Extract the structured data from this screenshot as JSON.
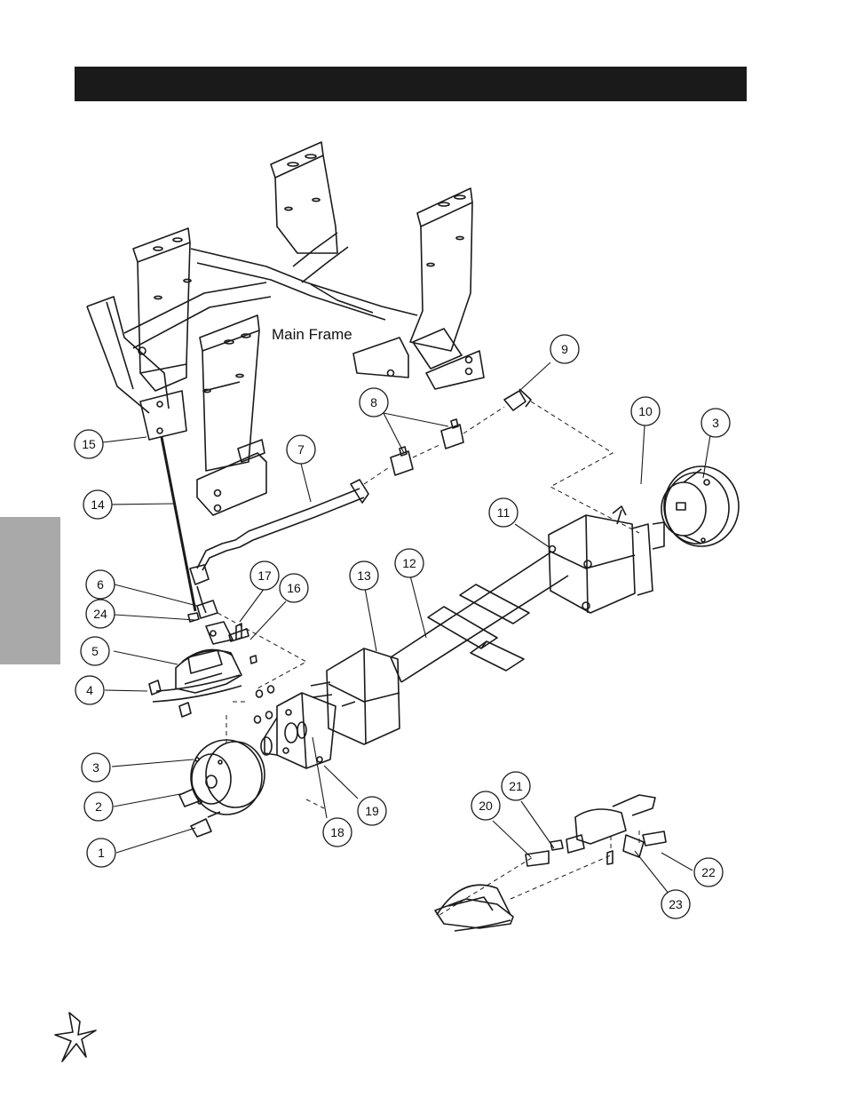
{
  "header": {
    "title": ""
  },
  "diagram": {
    "main_frame_label": "Main Frame",
    "callouts": [
      {
        "id": "c1",
        "label": "1"
      },
      {
        "id": "c2",
        "label": "2"
      },
      {
        "id": "c3a",
        "label": "3"
      },
      {
        "id": "c3b",
        "label": "3"
      },
      {
        "id": "c4",
        "label": "4"
      },
      {
        "id": "c5",
        "label": "5"
      },
      {
        "id": "c6",
        "label": "6"
      },
      {
        "id": "c7",
        "label": "7"
      },
      {
        "id": "c8",
        "label": "8"
      },
      {
        "id": "c9",
        "label": "9"
      },
      {
        "id": "c10",
        "label": "10"
      },
      {
        "id": "c11",
        "label": "11"
      },
      {
        "id": "c12",
        "label": "12"
      },
      {
        "id": "c13",
        "label": "13"
      },
      {
        "id": "c14",
        "label": "14"
      },
      {
        "id": "c15",
        "label": "15"
      },
      {
        "id": "c16",
        "label": "16"
      },
      {
        "id": "c17",
        "label": "17"
      },
      {
        "id": "c18",
        "label": "18"
      },
      {
        "id": "c19",
        "label": "19"
      },
      {
        "id": "c20",
        "label": "20"
      },
      {
        "id": "c21",
        "label": "21"
      },
      {
        "id": "c22",
        "label": "22"
      },
      {
        "id": "c23",
        "label": "23"
      },
      {
        "id": "c24",
        "label": "24"
      }
    ]
  },
  "logo": {
    "icon": "star-logo-icon"
  }
}
